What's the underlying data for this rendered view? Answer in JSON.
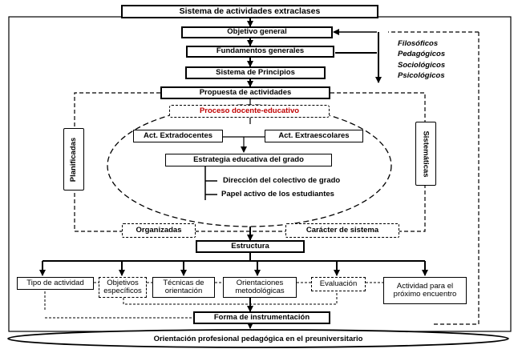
{
  "title": "Sistema de actividades extraclases",
  "objective": "Objetivo general",
  "fundamentals": "Fundamentos generales",
  "principles": "Sistema de Principios",
  "foundations": [
    "Filosóficos",
    "Pedagógicos",
    "Sociológicos",
    "Psicológicos"
  ],
  "proposal": "Propuesta de actividades",
  "process": "Proceso docente-educativo",
  "act_extradocentes": "Act. Extradocentes",
  "act_extraescolares": "Act. Extraescolares",
  "strategy": "Estrategia educativa del grado",
  "direction": "Dirección del colectivo de grado",
  "students_role": "Papel activo de los estudiantes",
  "planned": "Planificadas",
  "systematic": "Sistemáticas",
  "organized": "Organizadas",
  "system_character": "Carácter de sistema",
  "structure": "Estructura",
  "components": [
    "Tipo de actividad",
    "Objetivos específicos",
    "Técnicas de orientación",
    "Orientaciones metodológicas",
    "Evaluación",
    "Actividad para el próximo encuentro"
  ],
  "instrumentation": "Forma de instrumentación",
  "orientation": "Orientación profesional pedagógica en el preuniversitario",
  "colors": {
    "process_text": "#c00000"
  }
}
